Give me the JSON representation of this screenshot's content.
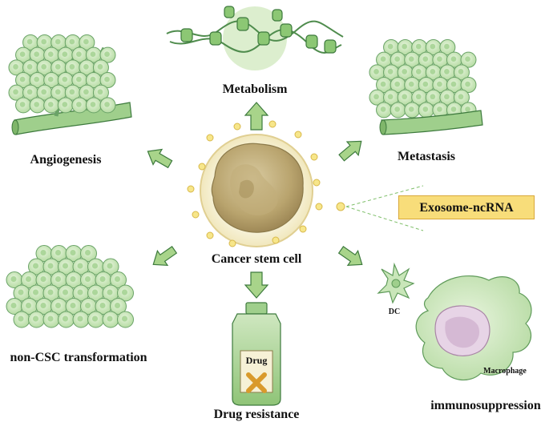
{
  "labels": {
    "metabolism": "Metabolism",
    "angiogenesis": "Angiogenesis",
    "metastasis": "Metastasis",
    "exosome": "Exosome-ncRNA",
    "center": "Cancer stem cell",
    "non_csc": "non-CSC transformation",
    "drug_resistance": "Drug resistance",
    "drug_bottle": "Drug",
    "dc": "DC",
    "macrophage": "Macrophage",
    "immunosuppression": "immunosuppression"
  },
  "colors": {
    "arrow_fill": "#a8d48a",
    "arrow_stroke": "#3d7a3d",
    "cell_fill": "#c9e6b9",
    "cell_stroke": "#6aa367",
    "vessel": "#9fcf8c",
    "core": "#c9b88a",
    "exosome": "#f7e68a",
    "exo_box": "#f8dd7a"
  },
  "icons": [
    "cell-cluster-icon",
    "blood-vessel-icon",
    "dna-icon",
    "drug-bottle-icon",
    "dendritic-cell-icon",
    "macrophage-icon",
    "exosome-icon"
  ]
}
